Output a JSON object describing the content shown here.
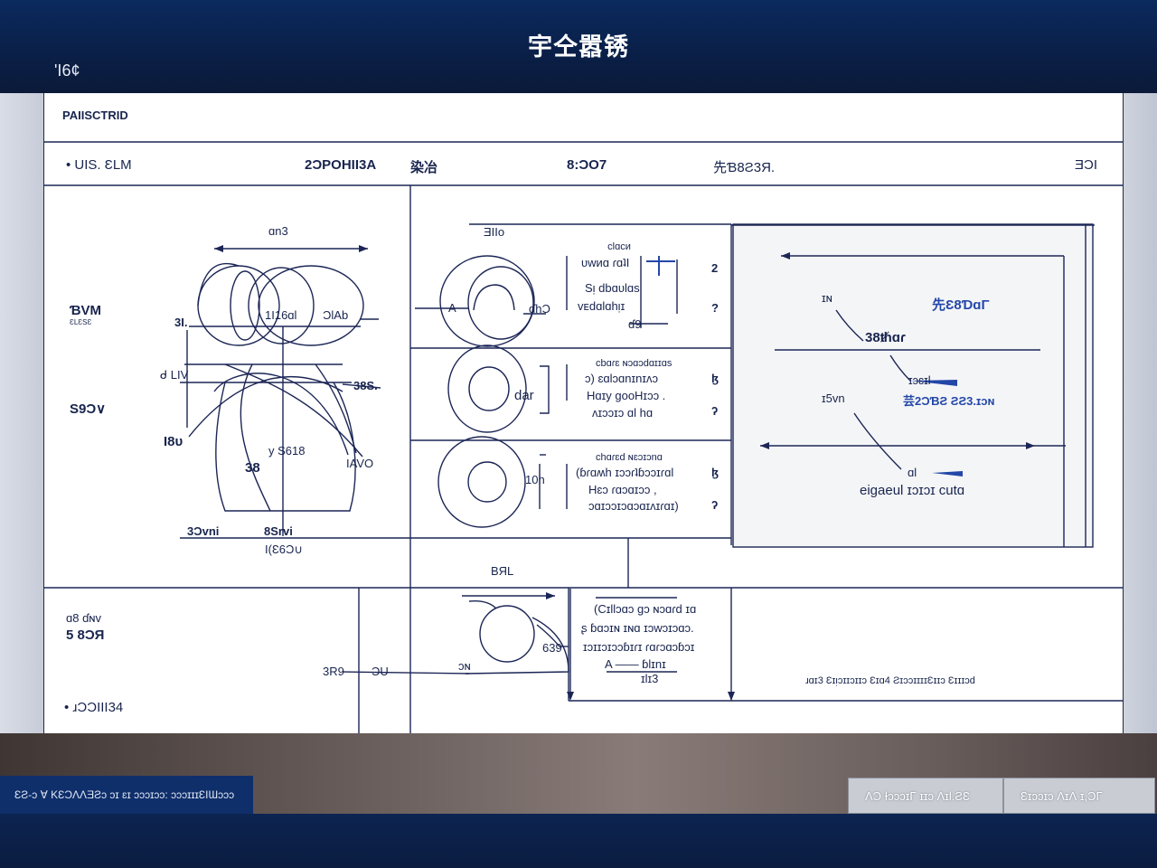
{
  "header": {
    "title": "宇仝嚣锈",
    "corner_code": "'I6¢"
  },
  "sheet": {
    "section_label": "PAIISCTRID",
    "info_row": {
      "item_1": "• UIS. ƐLM",
      "item_2": "2ƆPOHII3A",
      "item_3": "染冶",
      "item_4": "8:ƆO7",
      "item_5": "先Ɓ8Ƨ3Я.",
      "item_6": "ƎƆI"
    },
    "left_panel": {
      "top_dimension": "ɑn3",
      "label_bvm": "ƁVM",
      "label_bvm_sub": "ƐLƐSƐ",
      "label_s9ov": "S9Ɔ∨",
      "label_31": "3I.",
      "label_dim_1": "1I16ɑl",
      "label_dim_2": "ƆlAb",
      "label_d_lil": "ᑯ LIV",
      "label_38s": "38S.",
      "label_18v": "I8ᴜ",
      "label_38": "38",
      "label_y_s618": "y S618",
      "label_iavo": "IAVO",
      "label_3ovn": "3Ɔvni",
      "label_8srvi": "8Srvi",
      "label_ie6v": "I(Ɛ6Ɔ∪"
    },
    "middle_panel": {
      "corner": "ƎIIo",
      "label_a": "A",
      "label_dhd": "ɗhƆ",
      "row1_text": [
        "ᴄlɑᴄᴎ",
        "ᴜwᴎɑ ɾɑʇI",
        "Sᴉ dbɑᴜlɑs",
        "ᴠᴇdɑlɑhᴉɪ",
        "ɗ9"
      ],
      "row1_marks": [
        "2",
        "?"
      ],
      "label_der": "dar",
      "row2_text": [
        "ᴄbɑɾɛ ɴɔɑɔdɑɪɪɑs",
        "ɔ) ɛɑlɔɑnɪnɪʌɔ",
        "Hɑɪy ɡooHɪɔɔ .",
        "ʌɪɔɔɪɔ ɑl hɑ"
      ],
      "row2_marks": [
        "ɮ",
        "ʔ"
      ],
      "label_10h": "10h",
      "row3_text": [
        "ᴄhɑɾɛd ɴɛɔɪɔnɑ",
        "(ɓɾɑʍh ɪɔɔɾʇɓɔɔɪɾɑl",
        "Hɛɔ ɾɑɔɑɪɔɔ ,",
        "ɔɑɪɔɔɪɔɑɔɑɪʌɪɾɑɪ)"
      ],
      "row3_marks": [
        "ɮ",
        "ʔ"
      ],
      "bottom_label": "BЯL"
    },
    "right_panel": {
      "label_un": "ɪɴ",
      "label_blue_1": "先Ɛ8ƊɑΓ",
      "label_38thar": "38ᵺɑɾ",
      "label_tsil": "ɪɔɛɪl",
      "label_15vn": "ɪ5ᴠn",
      "label_blue_2": "芸2ƆƁƧ ƧƧ3.ɪɔɴ",
      "label_9l": "ɑl",
      "label_caption": "eigaeul ɪɔɪɔɪ cutɑ"
    },
    "bottom_panel": {
      "label_a_dnv": "ɑ8 ɗɴᴠ",
      "label_580r": "5 8ƆЯ",
      "bullet": "• ɹƆƆIII34",
      "label_3r9": "3R9",
      "label_2u": "ƆU",
      "label_cv": "ɔɴ",
      "label_639": "639",
      "note_lines": [
        "(Cɪllɔɑɔ ɡɔ ɴɔɑɾd ɪɑ",
        "ʂ ɓɑɔɪɴ ɪɴɑ ɪɔwɔɪɔɑɔ.",
        "ɪɔɪɪɔɪɔɔɓɪɾɪ ɾɑɾɔɑɔɓɔɪ",
        "A —— ɓlɪnɪ",
        "ɪlɪ3"
      ],
      "caption": "ɹɑɪ3 Ɛɪᴉɔɪɪɔɪɪɔ Ɛɪɑ4 ƧɪɔɔɪɪɪɪƐɪɪɔ Ɛɪɪɪɔd"
    }
  },
  "status_bar": {
    "left_text": "ƐƧ-ɔ Ɐ KƐƆɅɅƎƧɔ ɔɪ ɛɪ ɔɔɔɪɔɔ: ɔɔɔɪɪɪƐIƜɔɔɔ",
    "box_1": "ɅƆ ƗɔɔɔɪΓ ɪɪɔ ɅɪƖ.ƧƐ",
    "box_2": "Ɛɪɔɔɪɔ ɅɪɅ ɪ,ƆΓ"
  },
  "colors": {
    "header_bg": "#0b2a5e",
    "line": "#1c2656",
    "accent_blue": "#2347a8",
    "footer_bg": "#0c2451"
  }
}
